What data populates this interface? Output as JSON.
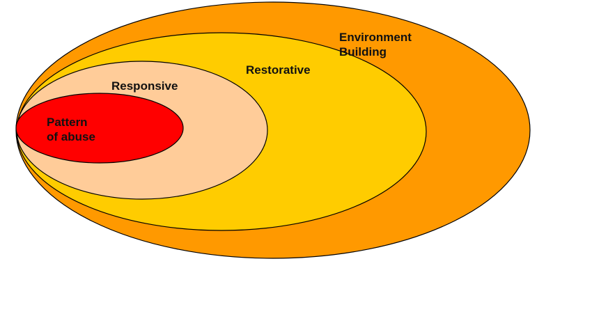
{
  "diagram": {
    "layers": [
      {
        "id": "environment",
        "label": "Environment\nBuilding",
        "color": "#FF9900"
      },
      {
        "id": "restorative",
        "label": "Restorative",
        "color": "#FFCC00"
      },
      {
        "id": "responsive",
        "label": "Responsive",
        "color": "#FFCC99"
      },
      {
        "id": "pattern",
        "label": "Pattern\nof abuse",
        "color": "#FF0000"
      }
    ],
    "outline_color": "#000000"
  }
}
